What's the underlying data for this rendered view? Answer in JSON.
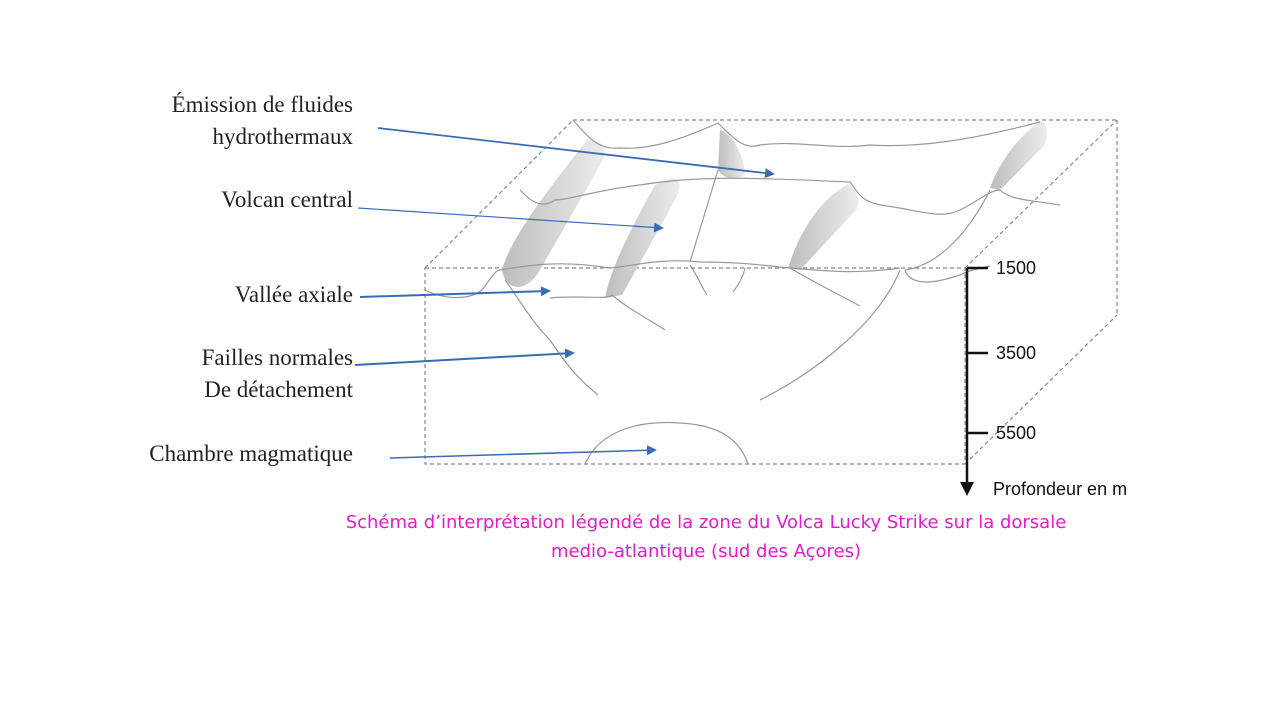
{
  "labels": {
    "emission_line1": "Émission de fluides",
    "emission_line2": "hydrothermaux",
    "volcan": "Volcan central",
    "vallee": "Vallée axiale",
    "failles_line1": "Failles normales",
    "failles_line2": "De détachement",
    "chambre": "Chambre magmatique"
  },
  "depth_scale": {
    "ticks": [
      "1500",
      "3500",
      "5500"
    ],
    "axis_label": "Profondeur en m"
  },
  "caption": {
    "line1": "Schéma d’interprétation légendé de la zone du Volca Lucky Strike sur la dorsale",
    "line2": "medio-atlantique (sud des Açores)"
  },
  "colors": {
    "arrow": "#3b6bb5",
    "caption": "#e619d0",
    "outline": "#888888"
  }
}
